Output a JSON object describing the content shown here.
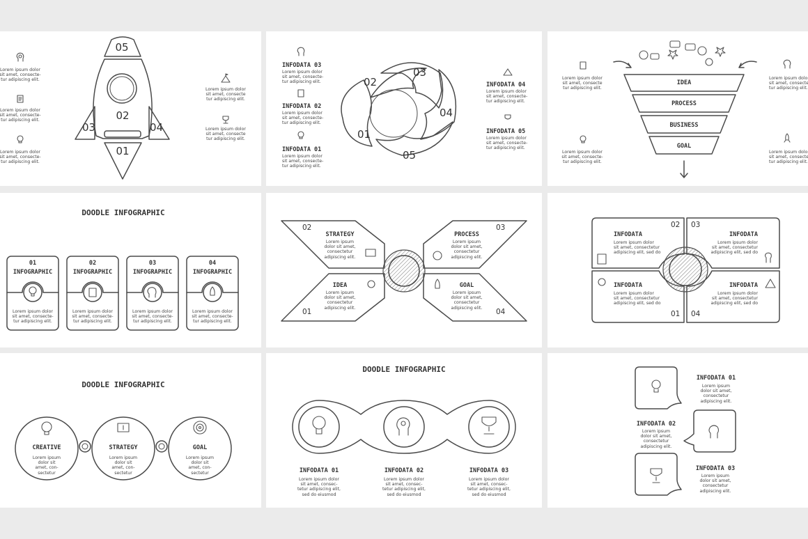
{
  "colors": {
    "background": "#ebebeb",
    "panel": "#ffffff",
    "line": "#4a4a4a"
  },
  "lorem": {
    "l3a": [
      "Lorem ipsum dolor",
      "sit amet, consecte-",
      "tur adipiscing elit."
    ],
    "l3b": [
      "Lorem ipsum dolor",
      "sit amet, consecte",
      "tur adipiscing elit."
    ],
    "l4a": [
      "Lorem ipsum",
      "dolor sit amet,",
      "consectetur",
      "adipiscing elit."
    ],
    "l4b": [
      "Lorem ipsum dolor",
      "sit amet, consectetur",
      "adipiscing elit, sed do"
    ],
    "l4c": [
      "Lorem ipsum",
      "dolor sit amet,",
      "consectetur",
      "adipiscing elit."
    ],
    "l4d": [
      "Lorem ipsum dolor",
      "sit amet, consec-",
      "tetur adipiscing elit,",
      "sed do eiusmod"
    ],
    "l4e": [
      "Lorem ipsum",
      "dolor sit",
      "amet, con-",
      "sectetur"
    ]
  },
  "rocket": {
    "n1": "01",
    "n2": "02",
    "n3": "03",
    "n4": "04",
    "n5": "05"
  },
  "swirl": {
    "nums": [
      "01",
      "02",
      "03",
      "04",
      "05"
    ],
    "infodata_03": "INFODATA 03",
    "infodata_02": "INFODATA 02",
    "infodata_01": "INFODATA 01",
    "infodata_04": "INFODATA 04",
    "infodata_05": "INFODATA 05"
  },
  "funnel": {
    "levels": [
      "IDEA",
      "PROCESS",
      "BUSINESS",
      "GOAL"
    ]
  },
  "cards": {
    "title": "DOODLE INFOGRAPHIC",
    "items": [
      {
        "num": "01",
        "label": "INFOGRAPHIC",
        "icon": "lightbulb-icon"
      },
      {
        "num": "02",
        "label": "INFOGRAPHIC",
        "icon": "document-icon"
      },
      {
        "num": "03",
        "label": "INFOGRAPHIC",
        "icon": "head-gear-icon"
      },
      {
        "num": "04",
        "label": "INFOGRAPHIC",
        "icon": "rocket-icon"
      }
    ]
  },
  "bowtie": {
    "strategy": "STRATEGY",
    "process": "PROCESS",
    "idea": "IDEA",
    "goal": "GOAL",
    "n01": "01",
    "n02": "02",
    "n03": "03",
    "n04": "04"
  },
  "quad": {
    "label": "INFODATA",
    "n01": "01",
    "n02": "02",
    "n03": "03",
    "n04": "04"
  },
  "circles": {
    "title": "DOODLE INFOGRAPHIC",
    "items": [
      "CREATIVE",
      "STRATEGY",
      "GOAL"
    ]
  },
  "chain": {
    "title": "DOODLE INFOGRAPHIC",
    "items": [
      "INFODATA 01",
      "INFODATA 02",
      "INFODATA 03"
    ]
  },
  "bubbles": {
    "items": [
      "INFODATA 01",
      "INFODATA 02",
      "INFODATA 03"
    ]
  }
}
